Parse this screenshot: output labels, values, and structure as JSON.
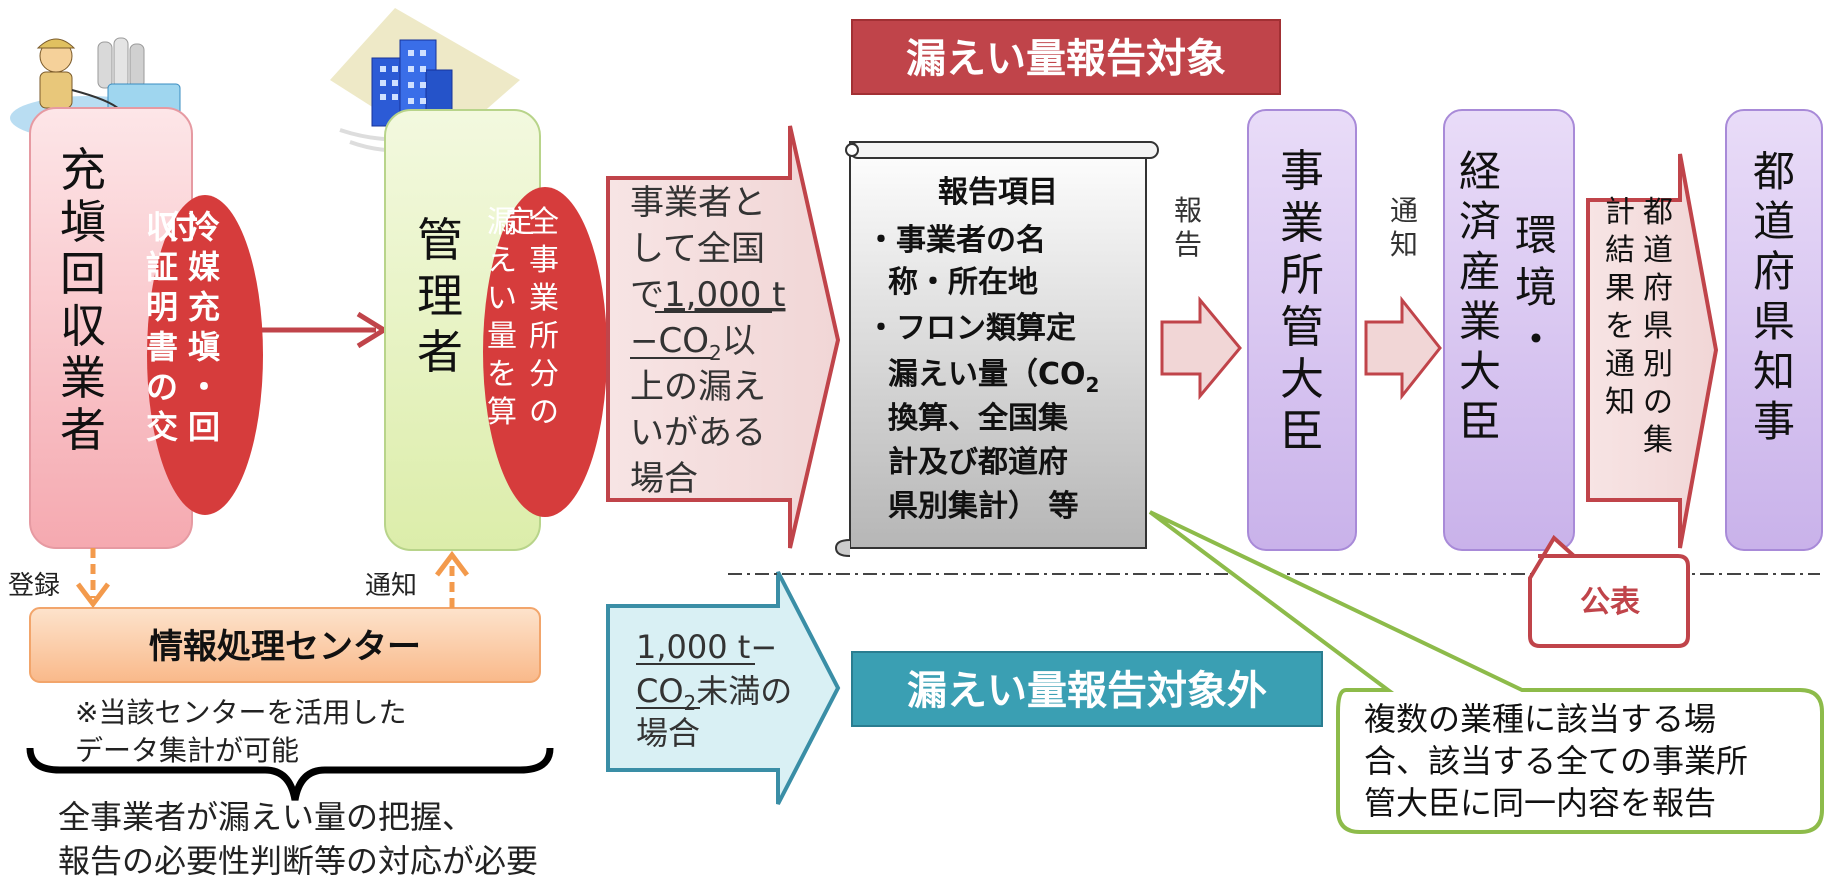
{
  "boxes": {
    "filler": "充塡回収業者",
    "certificate": "冷媒充塡・回収証明書の交付",
    "manager": "管理者",
    "calculate": "全事業所分の漏えい量を算定",
    "info_center": "情報処理センター",
    "center_note_1": "※当該センターを活用した",
    "center_note_2": "データ集計が可能",
    "bottom_note_1": "全事業者が漏えい量の把握、",
    "bottom_note_2": "報告の必要性判断等の対応が必要"
  },
  "labels": {
    "register": "登録",
    "notify_left": "通知",
    "report": "報告",
    "notify_mid": "通知",
    "publish": "公表"
  },
  "condition_upper": {
    "line1": "事業者と",
    "line2": "して全国",
    "line3_prefix": "で",
    "line3_underlined": "1,000 t",
    "line4_underlined": "−CO",
    "line4_sub": "2",
    "line4_suffix": "以",
    "line5": "上の漏え",
    "line6": "いがある",
    "line7": "場合"
  },
  "condition_lower": {
    "line1_underlined": "1,000 t−",
    "line2_underlined": "CO",
    "line2_sub": "2",
    "line2_suffix": "未満の",
    "line3": "場合"
  },
  "targets": {
    "in_scope": "漏えい量報告対象",
    "out_of_scope": "漏えい量報告対象外"
  },
  "report_items": {
    "title": "報告項目",
    "l1": "・事業者の名",
    "l2": "称・所在地",
    "l3": "・フロン類算定",
    "l4_main": "漏えい量（CO",
    "l4_sub": "2",
    "l5": "換算、全国集",
    "l6": "計及び都道府",
    "l7": "県別集計）  等"
  },
  "authorities": {
    "minister": "事業所管大臣",
    "meti_env_col1": "経済産業大臣",
    "meti_env_col2": "環境・",
    "prefecture_notice": "都道府県別の集計結果を通知",
    "governor": "都道府県知事"
  },
  "callout": {
    "line1": "複数の業種に該当する場",
    "line2": "合、該当する全ての事業所",
    "line3": "管大臣に同一内容を報告"
  },
  "colors": {
    "pink_box": "#f7b3b8",
    "green_box": "#ecf5c9",
    "red_oval": "#d63c3c",
    "orange_center": "#fbc79a",
    "purple_box": "#d9c8f1",
    "teal_banner": "#3a9fb3",
    "red_banner": "#c0444a",
    "callout_border": "#8dbb4a",
    "arrow_upper": "#f4dcdc",
    "arrow_lower": "#d9f0f4"
  }
}
